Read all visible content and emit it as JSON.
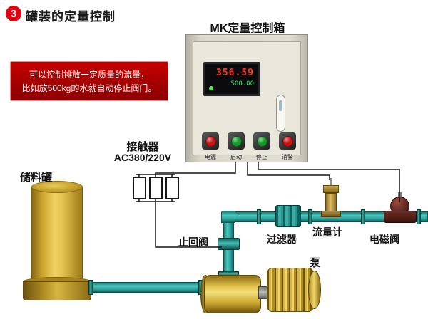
{
  "header": {
    "badge": "3",
    "title": "罐装的定量控制"
  },
  "info_box": {
    "line1": "可以控制排放一定质量的流量，",
    "line2": "比如放500kg的水就自动停止阀门。"
  },
  "control_box": {
    "title": "MK定量控制箱",
    "display": {
      "red_value": "356.59",
      "green_value": "500.00"
    },
    "buttons": [
      {
        "label": "电源",
        "color": "#cc1111"
      },
      {
        "label": "启动",
        "color": "#139a28"
      },
      {
        "label": "停止",
        "color": "#139a28"
      },
      {
        "label": "消警",
        "color": "#cc1111"
      }
    ]
  },
  "contactor": {
    "label": "接触器",
    "voltage": "AC380/220V"
  },
  "tank": {
    "label": "储料罐"
  },
  "components": {
    "check_valve": "止回阀",
    "filter": "过滤器",
    "flow_meter": "流量计",
    "solenoid_valve": "电磁阀",
    "pump": "泵"
  },
  "colors": {
    "accent_red": "#e60012",
    "info_box_bg": "#b00000",
    "pipe_teal": "#2aa59d",
    "tank_gold": "#d4af37",
    "display_red": "#ff3422",
    "display_green": "#33ee66"
  }
}
